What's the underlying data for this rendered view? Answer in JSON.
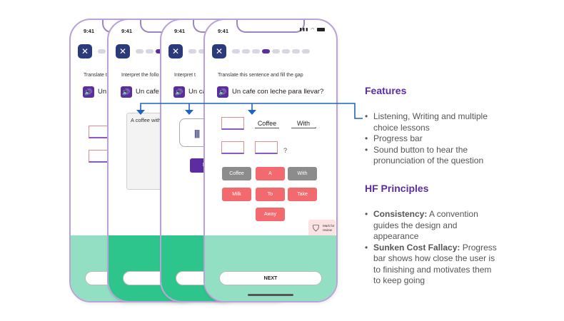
{
  "colors": {
    "accent": "#5b2da0",
    "navy": "#2b3a7a",
    "mint": "#92dfc4",
    "green": "#2ec58c",
    "red": "#f26a6e",
    "gray": "#8c8c8c",
    "arrow": "#1f64c0"
  },
  "phone1": {
    "time": "9:41",
    "prompt": "Translate t",
    "sentence": "Un"
  },
  "phone2": {
    "time": "9:41",
    "prompt": "Interpret the follo",
    "sentence": "Un cafe",
    "answer_text": "A coffee with"
  },
  "phone3": {
    "time": "9:41",
    "prompt": "Interpret t",
    "sentence": "Un cafe",
    "button_text": "F"
  },
  "phone4": {
    "time": "9:41",
    "prompt": "Translate this sentence and fill the gap",
    "sentence": "Un cafe con leche para llevar?",
    "filled_words": [
      "Coffee",
      "With"
    ],
    "trailing_comma": ",",
    "question_mark": "?",
    "options": [
      "Coffee",
      "A",
      "With",
      "Milk",
      "To",
      "Take",
      "Away"
    ],
    "mark_review": "Mark for review",
    "next_label": "NEXT"
  },
  "features": {
    "title": "Features",
    "items": [
      "Listening, Writing and multiple choice lessons",
      "Progress bar",
      "Sound button to hear the pronunciation of the question"
    ]
  },
  "principles": {
    "title": "HF Principles",
    "items": [
      {
        "term": "Consistency:",
        "text": "A convention guides the design and appearance"
      },
      {
        "term": "Sunken Cost Fallacy:",
        "text": "Progress bar shows how close the user is to finishing and motivates them to keep going"
      }
    ]
  },
  "icons": {
    "close": "close-icon",
    "speaker": "speaker-icon",
    "waveform": "waveform-icon",
    "bookmark": "bookmark-icon",
    "signal": "signal-icon",
    "wifi": "wifi-icon",
    "battery": "battery-icon"
  }
}
